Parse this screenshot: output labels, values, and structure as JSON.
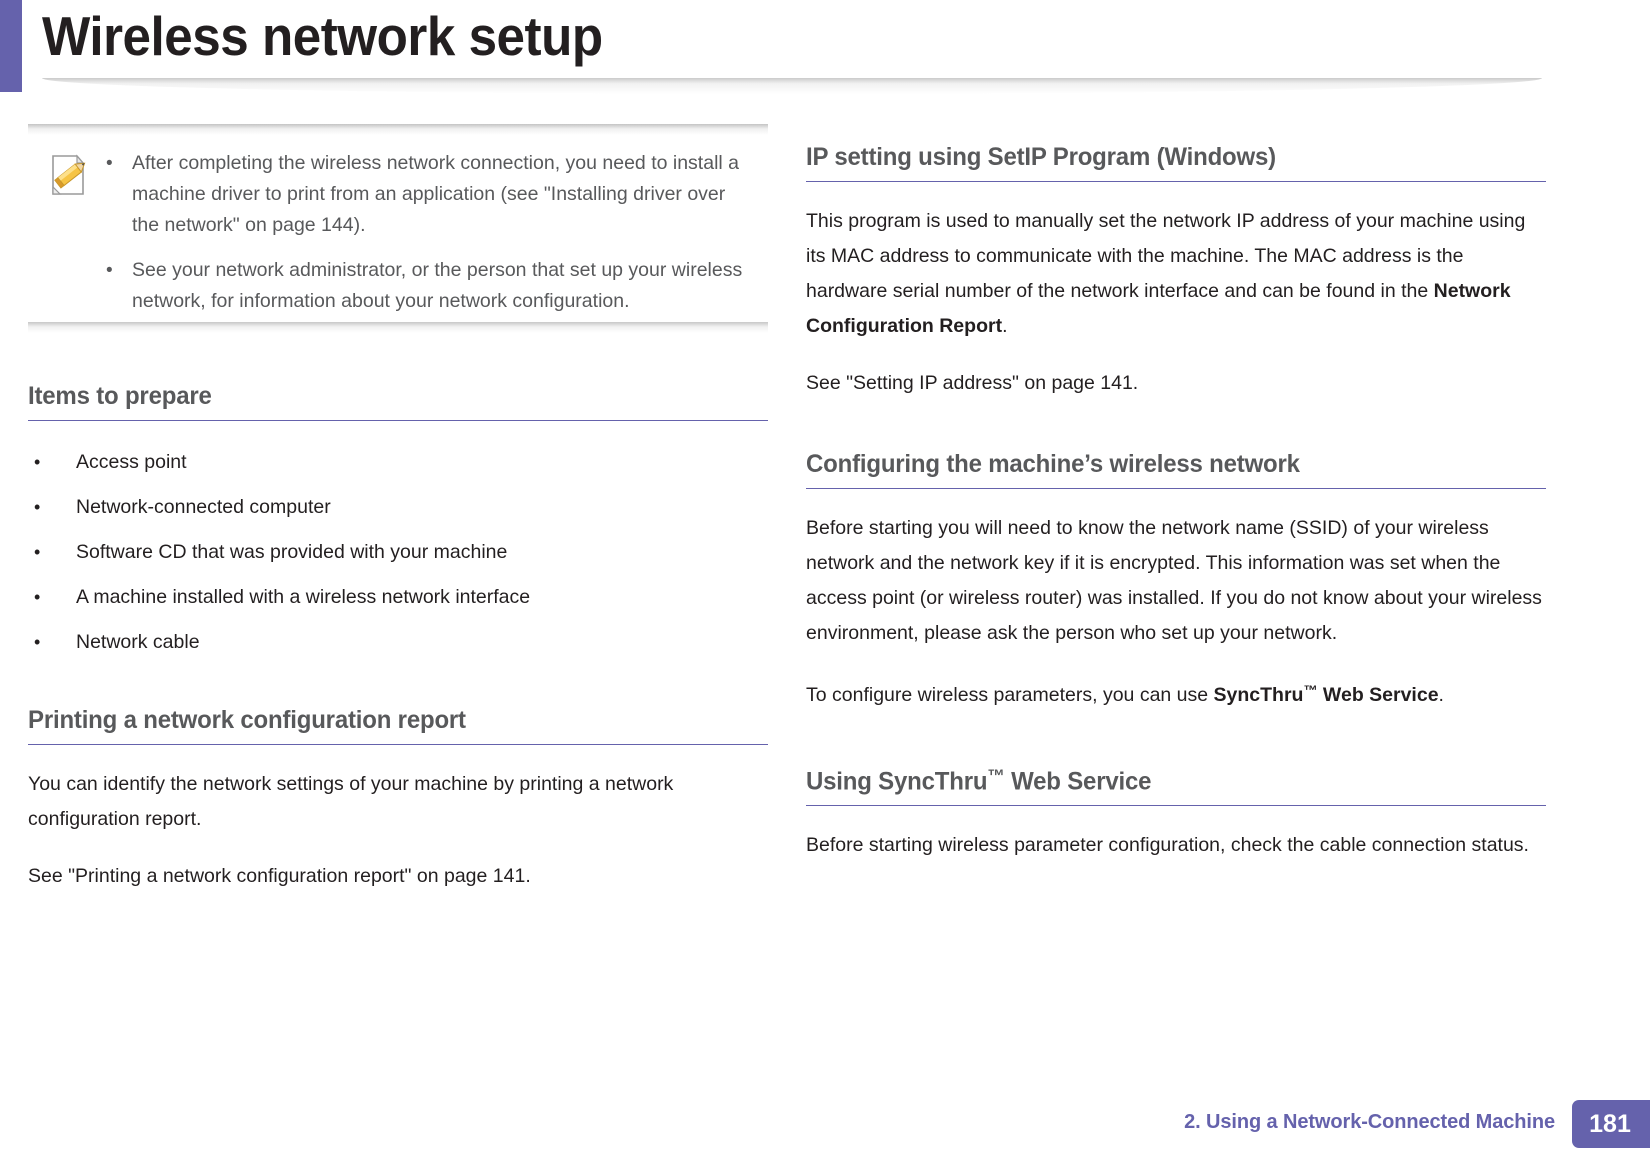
{
  "document": {
    "title": "Wireless network setup",
    "accent_color": "#6562AC",
    "heading_color": "#58595B",
    "body_color": "#231F20"
  },
  "note": {
    "icon": "note-pencil-icon",
    "bullet_glyph": "•",
    "items": [
      "After completing the wireless network connection, you need to install a machine driver to print from an application (see \"Installing driver over the network\" on page 144).",
      "See your network administrator, or the person that set up your wireless network, for information about your network configuration."
    ]
  },
  "left_column": {
    "sections": [
      {
        "heading": "Items to prepare",
        "bullet_glyph": "•",
        "bullets": [
          "Access point",
          "Network-connected computer",
          "Software CD that was provided with your machine",
          "A machine installed with a wireless network interface",
          "Network cable"
        ]
      },
      {
        "heading": "Printing a network configuration report",
        "paragraphs": [
          "You can identify the network settings of your machine by printing a network configuration report.",
          "See \"Printing a network configuration report\" on page 141."
        ]
      }
    ]
  },
  "right_column": {
    "sections": [
      {
        "heading": "IP setting using SetIP Program (Windows)",
        "paragraph_1_part_1": "This program is used to manually set the network IP address of your machine using its MAC address to communicate with the machine. The MAC address is the hardware serial number of the network interface and can be found in the ",
        "paragraph_1_bold": "Network Configuration Report",
        "paragraph_1_part_2": ".",
        "paragraph_2": "See \"Setting IP address\" on page 141."
      },
      {
        "heading": "Configuring the machine’s wireless network",
        "paragraph_1": "Before starting you will need to know the network name (SSID) of your wireless network and the network key if it is encrypted. This information was set when the access point (or wireless router) was installed. If you do not know about your wireless environment, please ask the person who set up your network.",
        "paragraph_2_part_1": "To configure wireless parameters, you can use ",
        "paragraph_2_bold_1": "SyncThru",
        "paragraph_2_bold_tm": "™",
        "paragraph_2_bold_2": " Web Service",
        "paragraph_2_part_2": "."
      },
      {
        "heading_part_1": "Using SyncThru",
        "heading_tm": "™",
        "heading_part_2": " Web Service",
        "paragraph_1": "Before starting wireless parameter configuration, check the cable connection status."
      }
    ]
  },
  "footer": {
    "chapter": "2.  Using a Network-Connected Machine",
    "page_number": "181"
  }
}
